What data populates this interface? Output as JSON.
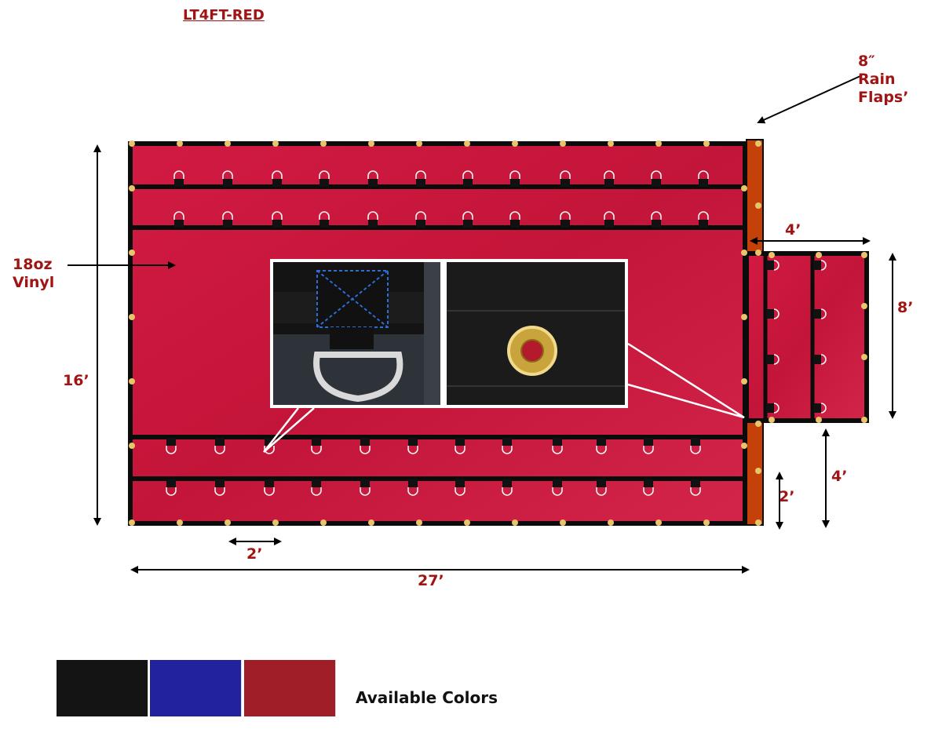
{
  "title": "LT4FT-RED",
  "labels": {
    "rain_flaps": "8″\nRain\nFlaps’",
    "material": "18oz\nVinyl",
    "height": "16’",
    "width": "27’",
    "d_ring_spacing": "2’",
    "notch_width": "4’",
    "notch_height": "8’",
    "lower_height": "4’",
    "flap_height": "2’"
  },
  "available_colors_label": "Available Colors",
  "colors": {
    "tarp_red": "#c8193c",
    "border": "#0b0b0b",
    "flap_orange": "#c4420a",
    "grommet": "#e8c46a",
    "label_red": "#a01414",
    "swatches": [
      "#141414",
      "#22229e",
      "#a01e28"
    ]
  },
  "icons": [
    "d-ring-icon",
    "grommet-icon",
    "arrow-icon"
  ]
}
